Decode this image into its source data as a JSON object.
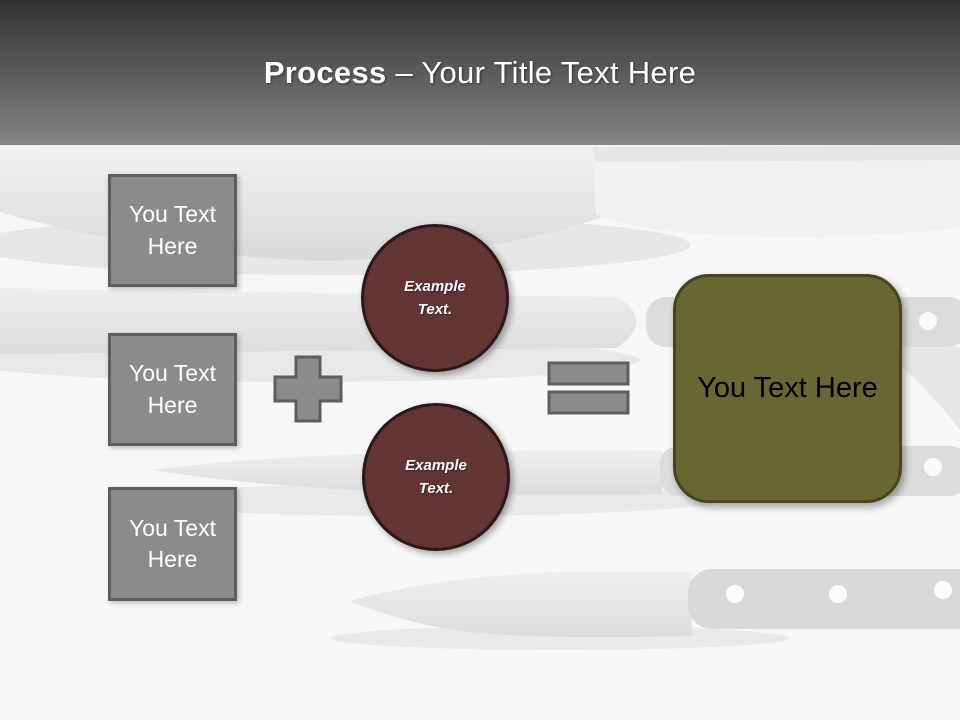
{
  "header": {
    "title_bold": "Process",
    "title_rest": " – Your Title Text Here"
  },
  "inputs": [
    {
      "label": "You Text Here"
    },
    {
      "label": "You Text Here"
    },
    {
      "label": "You Text Here"
    }
  ],
  "examples": [
    {
      "label": "Example Text."
    },
    {
      "label": "Example Text."
    }
  ],
  "result": {
    "label": "You Text Here"
  },
  "icons": {
    "plus": "plus-sign",
    "equals": "equals-sign",
    "background": "kitchen-knives-photo"
  },
  "colors": {
    "header_top": "#3c3c3c",
    "header_bottom": "#848484",
    "background": "#f7f7f7",
    "box_fill": "#8b8b8b",
    "box_border": "#5e5e5e",
    "circle_fill": "#633434",
    "circle_border": "#2d1818",
    "result_fill": "#676733",
    "result_border": "#45451f"
  }
}
